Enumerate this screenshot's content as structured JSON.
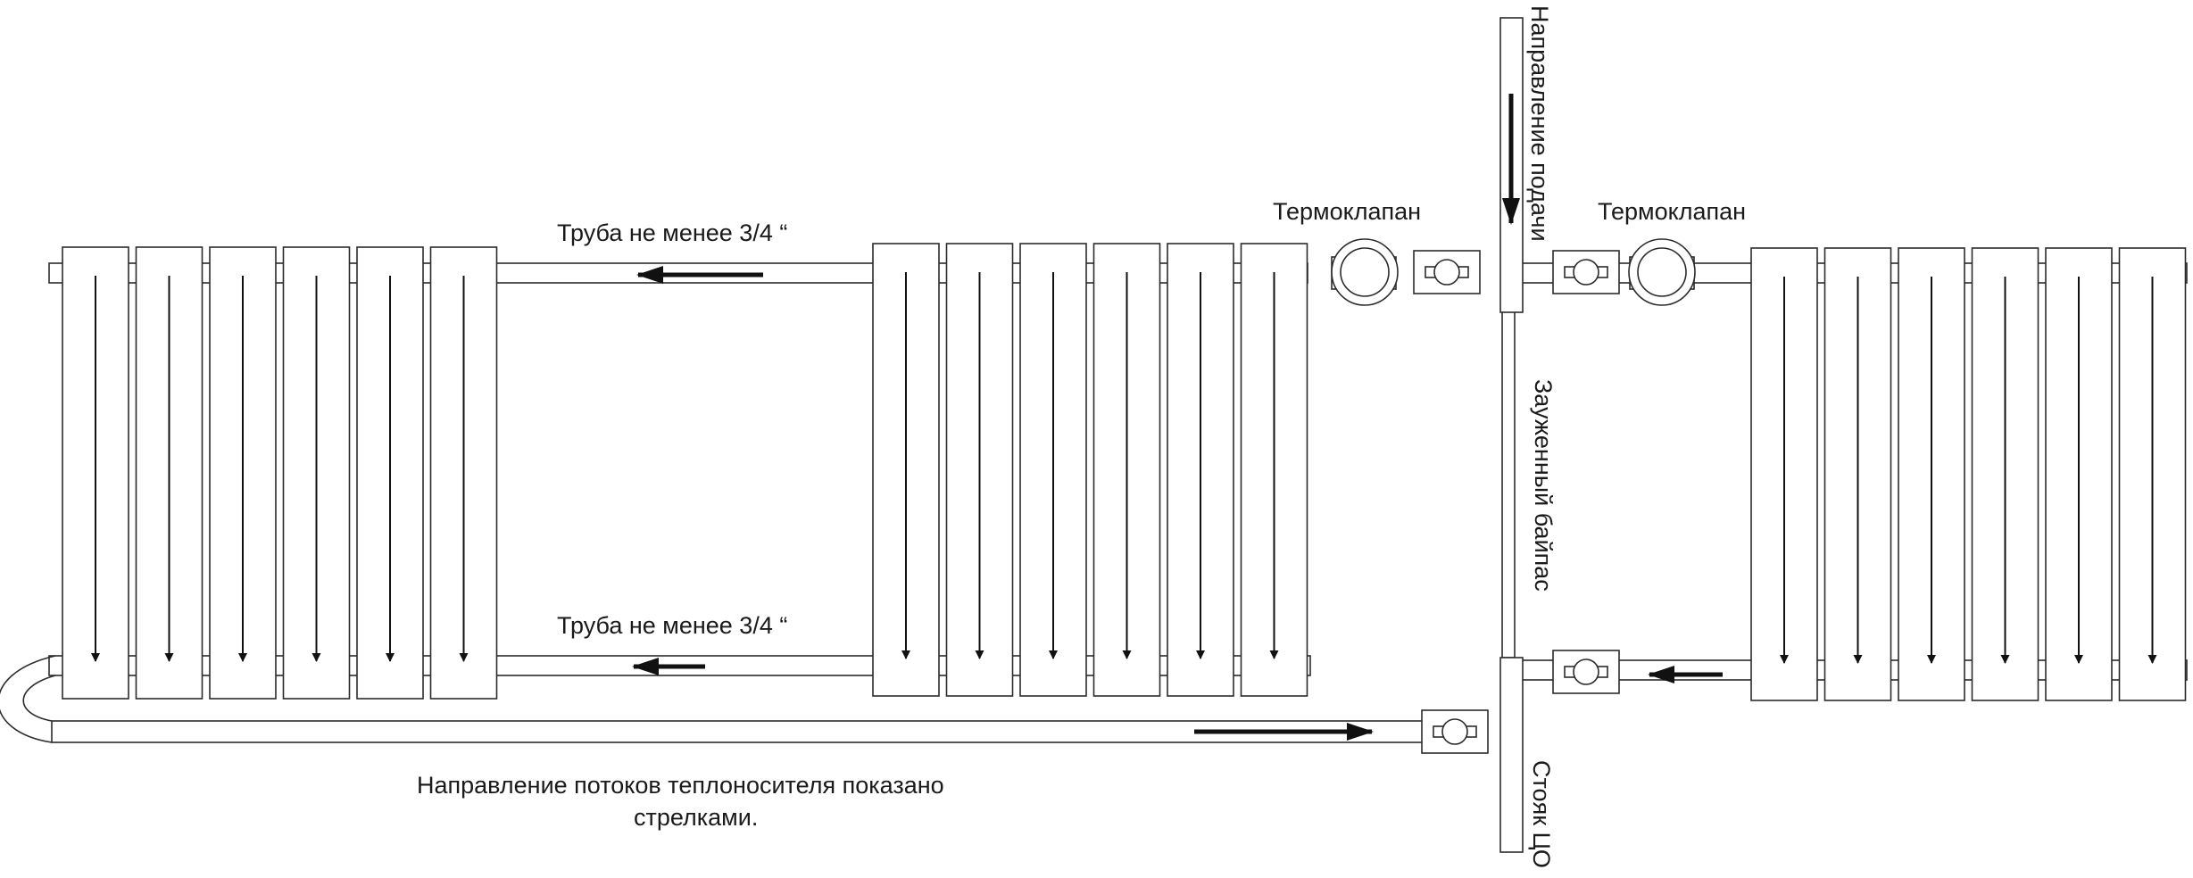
{
  "labels": {
    "pipe_top": "Труба не менее 3/4 “",
    "pipe_bottom": "Труба не менее 3/4 “",
    "thermovalve_left": "Термоклапан",
    "thermovalve_right": "Термоклапан",
    "supply_direction": "Направление подачи",
    "narrowed_bypass": "Зауженный байпас",
    "riser": "Стояк ЦО",
    "note_line1": "Направление потоков теплоносителя показано",
    "note_line2": "стрелками."
  },
  "radiators": [
    {
      "id": "radiator-left",
      "sections": 6
    },
    {
      "id": "radiator-middle",
      "sections": 6
    },
    {
      "id": "radiator-right",
      "sections": 6
    }
  ],
  "colors": {
    "stroke": "#2b2b2b",
    "arrow": "#111111",
    "background": "#ffffff"
  }
}
